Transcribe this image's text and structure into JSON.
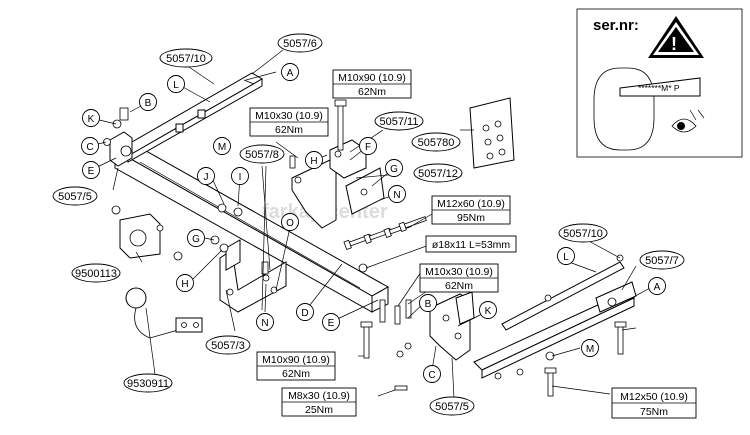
{
  "watermark": "farkap center",
  "serial_panel": {
    "label": "ser.nr:",
    "plate_text": "*******M* P",
    "warning_symbol": "!"
  },
  "callouts": {
    "A": "A",
    "B": "B",
    "C": "C",
    "D": "D",
    "E": "E",
    "F": "F",
    "G": "G",
    "H": "H",
    "I": "I",
    "J": "J",
    "K": "K",
    "L": "L",
    "M": "M",
    "N": "N",
    "O": "O"
  },
  "part_labels": {
    "p5057_10_left": "5057/10",
    "p5057_6": "5057/6",
    "p5057_11": "5057/11",
    "p505780": "505780",
    "p5057_8": "5057/8",
    "p5057_12": "5057/12",
    "p5057_5_left": "5057/5",
    "p9500113": "9500113",
    "p5057_3": "5057/3",
    "p9530911": "9530911",
    "p5057_10_right": "5057/10",
    "p5057_7": "5057/7",
    "p5057_5_right": "5057/5"
  },
  "specs": {
    "s1": {
      "bolt": "M10x90 (10.9)",
      "torque": "62Nm"
    },
    "s2": {
      "bolt": "M10x30 (10.9)",
      "torque": "62Nm"
    },
    "s3": {
      "bolt": "M12x60 (10.9)",
      "torque": "95Nm"
    },
    "s4": {
      "bolt": "ø18x11 L=53mm",
      "torque": ""
    },
    "s5": {
      "bolt": "M10x30 (10.9)",
      "torque": "62Nm"
    },
    "s6": {
      "bolt": "M10x90 (10.9)",
      "torque": "62Nm"
    },
    "s7": {
      "bolt": "M8x30 (10.9)",
      "torque": "25Nm"
    },
    "s8": {
      "bolt": "M12x50 (10.9)",
      "torque": "75Nm"
    }
  }
}
